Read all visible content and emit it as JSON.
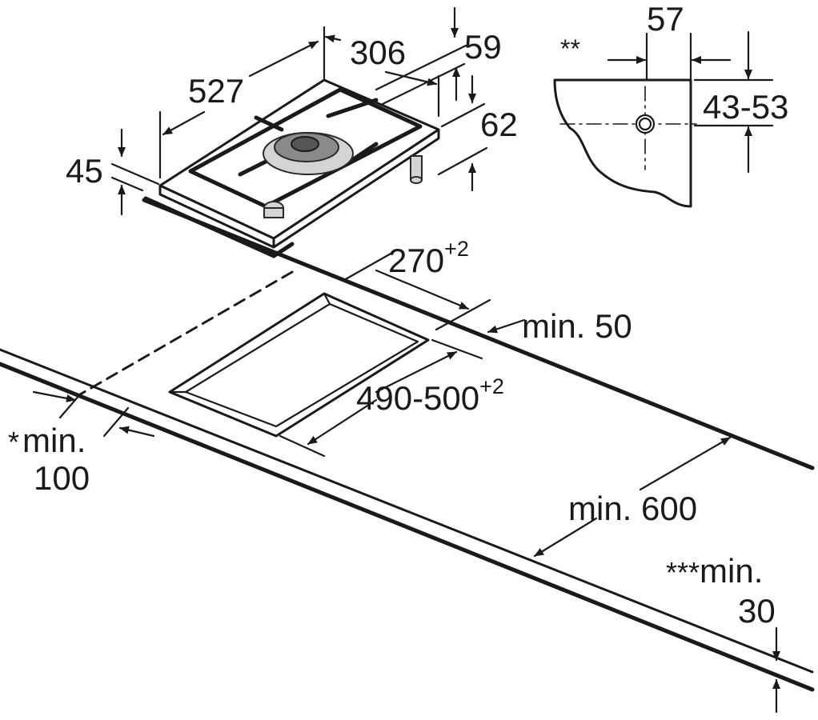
{
  "dimensions": {
    "hob_width": "306",
    "hob_depth": "527",
    "hob_height": "45",
    "rear_depth": "59",
    "leg_height": "62",
    "side_width": "57",
    "side_height": "43-53",
    "side_marker": "**",
    "cutout_width": "270",
    "cutout_width_tol": "+2",
    "cutout_depth": "490-500",
    "cutout_depth_tol": "+2",
    "back_clearance": "min. 50",
    "front_clearance": "min. 600",
    "side_clearance_marker": "*",
    "side_clearance_label": "min.",
    "side_clearance_value": "100",
    "worktop_marker": "***",
    "worktop_label": "min.",
    "worktop_value": "30"
  }
}
